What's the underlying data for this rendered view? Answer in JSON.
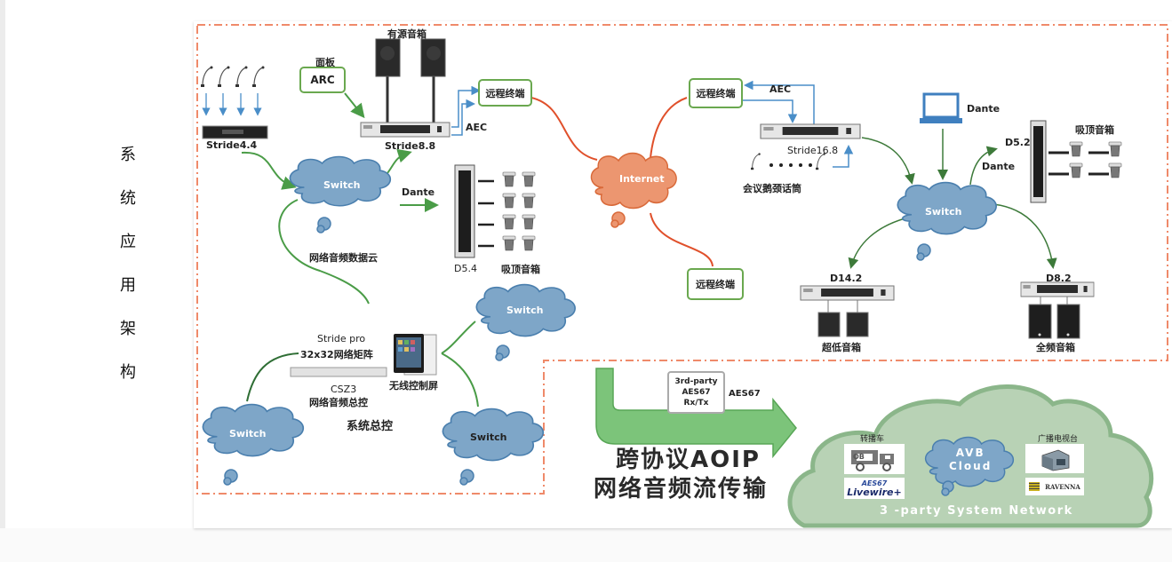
{
  "side_title": [
    "系",
    "统",
    "应",
    "用",
    "架",
    "构"
  ],
  "colors": {
    "frame_dash": "#ef8a6a",
    "switch_cloud": "#7ea6c8",
    "internet_cloud": "#ec9670",
    "third_party_cloud": "#b8d2b5",
    "green_line": "#4a9c47",
    "red_line": "#e0502b",
    "blue_line": "#4a8ec8"
  },
  "top_left": {
    "mics_device": "Stride4.4",
    "panel_label": "面板",
    "panel_box": "ARC",
    "active_speaker_label": "有源音箱",
    "stride88": "Stride8.8",
    "aec": "AEC",
    "remote_terminal": "远程终端",
    "switch": "Switch",
    "cloud_caption": "网络音频数据云",
    "dante": "Dante",
    "d54": "D5.4",
    "ceiling_speakers": "吸顶音箱"
  },
  "center": {
    "internet": "Internet",
    "remote_terminal_bottom": "远程终端"
  },
  "top_right": {
    "remote_terminal": "远程终端",
    "aec": "AEC",
    "stride168": "Stride16.8",
    "gooseneck_mics": "会议鹅颈话筒",
    "laptop_dante": "Dante",
    "switch": "Switch",
    "d52": "D5.2",
    "dante2": "Dante",
    "ceiling_speakers": "吸顶音箱",
    "d142": "D14.2",
    "subwoofer": "超低音箱",
    "d82": "D8.2",
    "fullrange": "全频音箱"
  },
  "bottom_left": {
    "stride_pro": "Stride pro",
    "matrix": "32x32网络矩阵",
    "csz3": "CSZ3",
    "master": "网络音频总控",
    "wireless": "无线控制屏",
    "system_master": "系统总控",
    "switch_a": "Switch",
    "switch_b": "Switch",
    "switch_c": "Switch"
  },
  "bottom_right": {
    "third_party_box": [
      "3rd-party",
      "AES67",
      "Rx/Tx"
    ],
    "aes67": "AES67",
    "headline1": "跨协议AOIP",
    "headline2": "网络音频流传输",
    "ob_van_label": "转播车",
    "ob_text": "OB",
    "livewire_top": "AES67",
    "livewire_bottom": "Livewire+",
    "avb_cloud": [
      "AVB",
      "Cloud"
    ],
    "broadcast_label": "广播电视台",
    "ravenna": "RAVENNA",
    "network_caption": "3 -party System Network"
  }
}
